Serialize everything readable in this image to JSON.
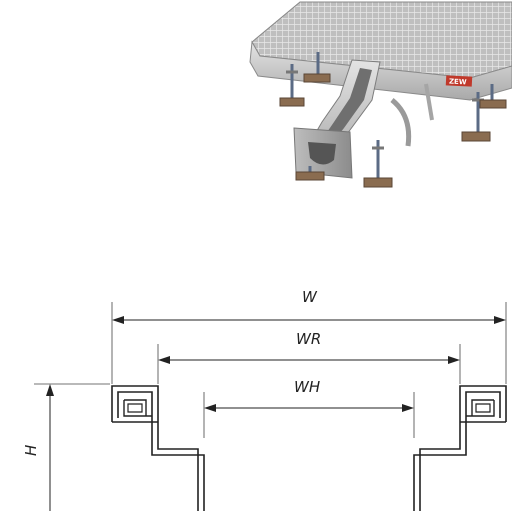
{
  "product": {
    "brand_label": "ZEW"
  },
  "dimensions": {
    "w_label": "W",
    "wr_label": "WR",
    "wh_label": "WH",
    "h_label": "H"
  }
}
